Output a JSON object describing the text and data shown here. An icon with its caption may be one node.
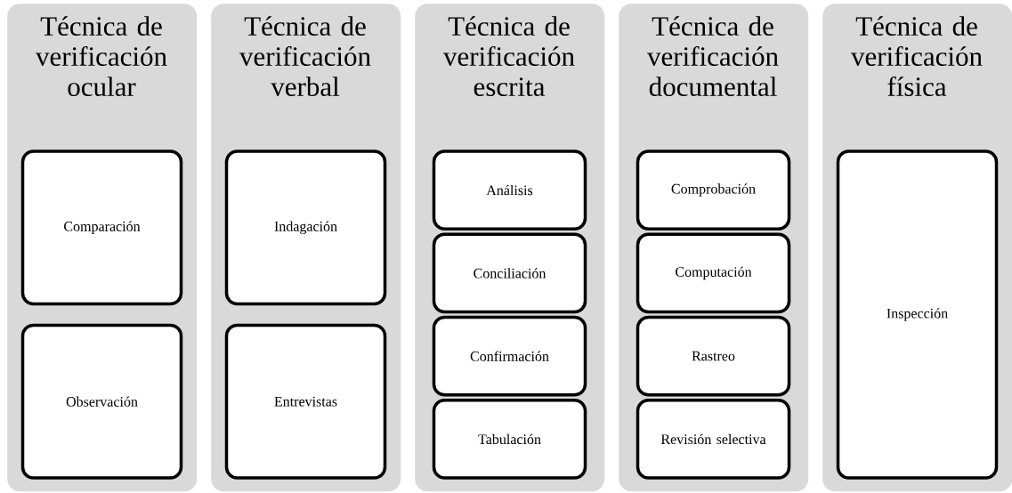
{
  "diagram": {
    "nodes": [
      {
        "text": [
          "Técnica de verificación ocular"
        ]
      },
      {
        "text": [
          "Comparación"
        ],
        "in": 0
      },
      {
        "text": [
          "Observación"
        ],
        "in": 0
      },
      {
        "text": [
          "Técnica de verificación verbal"
        ]
      },
      {
        "text": [
          "Indagación"
        ],
        "in": 3
      },
      {
        "text": [
          "Entrevistas"
        ],
        "in": 3
      },
      {
        "text": [
          "Técnica de verificación escrita"
        ]
      },
      {
        "text": [
          "Análisis"
        ],
        "in": 6
      },
      {
        "text": [
          "Conciliación"
        ],
        "in": 6
      },
      {
        "text": [
          "Confirmación"
        ],
        "in": 6
      },
      {
        "text": [
          "Tabulación"
        ],
        "in": 6
      },
      {
        "text": [
          "Técnica de verificación documental"
        ]
      },
      {
        "text": [
          "Comprobación"
        ],
        "in": 11
      },
      {
        "text": [
          "Computación"
        ],
        "in": 11
      },
      {
        "text": [
          "Rastreo"
        ],
        "in": 11
      },
      {
        "text": [
          "Revisión selectiva"
        ],
        "in": 11
      },
      {
        "text": [
          "Técnica de verificación física"
        ]
      },
      {
        "text": [
          "Inspección"
        ],
        "in": 16
      }
    ]
  }
}
